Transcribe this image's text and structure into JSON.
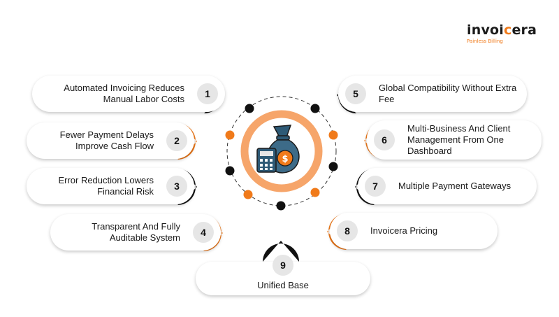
{
  "logo": {
    "brand_main": "invoi",
    "brand_accent": "c",
    "brand_end": "era",
    "tagline": "Painless Billing"
  },
  "colors": {
    "accent": "#f07a1a",
    "dark": "#1a1a1a",
    "badge": "#e6e6e6",
    "connector_dark": "#111111"
  },
  "center": {
    "icon": "money-bag-and-calculator-icon",
    "symbol": "$"
  },
  "items": [
    {
      "num": "1",
      "text": "Automated Invoicing Reduces Manual Labor Costs",
      "connector": "dark"
    },
    {
      "num": "2",
      "text": "Fewer Payment Delays Improve Cash Flow",
      "connector": "orange"
    },
    {
      "num": "3",
      "text": "Error Reduction Lowers Financial Risk",
      "connector": "dark"
    },
    {
      "num": "4",
      "text": "Transparent And Fully Auditable System",
      "connector": "orange"
    },
    {
      "num": "5",
      "text": "Global Compatibility Without Extra Fee",
      "connector": "dark"
    },
    {
      "num": "6",
      "text": "Multi-Business And Client Management From One Dashboard",
      "connector": "orange"
    },
    {
      "num": "7",
      "text": "Multiple Payment Gateways",
      "connector": "dark"
    },
    {
      "num": "8",
      "text": "Invoicera Pricing",
      "connector": "orange"
    },
    {
      "num": "9",
      "text": "Unified Base",
      "connector": "dark"
    }
  ]
}
